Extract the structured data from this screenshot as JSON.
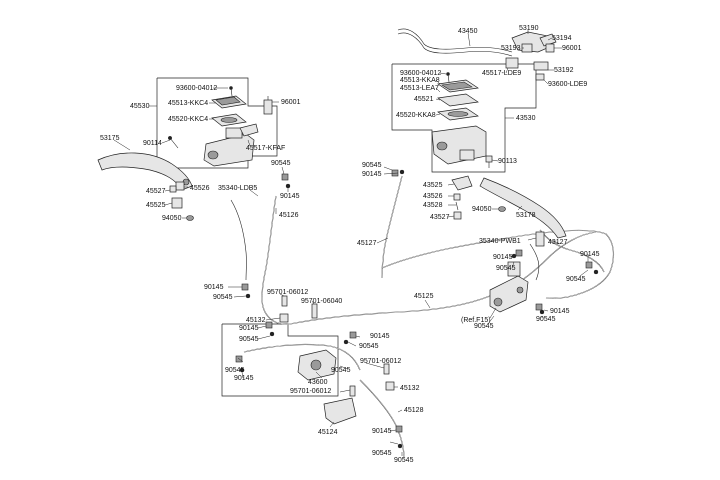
{
  "labels": [
    {
      "id": "lbl-93600-04012-left",
      "text": "93600-04012"
    },
    {
      "id": "lbl-45513-kkc4",
      "text": "45513-KKC4"
    },
    {
      "id": "lbl-45530",
      "text": "45530"
    },
    {
      "id": "lbl-45520-kkc4",
      "text": "45520-KKC4"
    },
    {
      "id": "lbl-96001-left",
      "text": "96001"
    },
    {
      "id": "lbl-45517-kfaf",
      "text": "45517-KFAF"
    },
    {
      "id": "lbl-53175",
      "text": "53175"
    },
    {
      "id": "lbl-90114",
      "text": "90114"
    },
    {
      "id": "lbl-45527",
      "text": "45527"
    },
    {
      "id": "lbl-45526",
      "text": "45526"
    },
    {
      "id": "lbl-45525",
      "text": "45525"
    },
    {
      "id": "lbl-94050-left",
      "text": "94050"
    },
    {
      "id": "lbl-90545-a",
      "text": "90545"
    },
    {
      "id": "lbl-35340-ldb5",
      "text": "35340-LDB5"
    },
    {
      "id": "lbl-90145-a",
      "text": "90145"
    },
    {
      "id": "lbl-45126",
      "text": "45126"
    },
    {
      "id": "lbl-90145-b",
      "text": "90145"
    },
    {
      "id": "lbl-90545-b",
      "text": "90545"
    },
    {
      "id": "lbl-95701-06012-a",
      "text": "95701-06012"
    },
    {
      "id": "lbl-95701-06040",
      "text": "95701-06040"
    },
    {
      "id": "lbl-45132-a",
      "text": "45132"
    },
    {
      "id": "lbl-90145-c",
      "text": "90145"
    },
    {
      "id": "lbl-90545-c",
      "text": "90545"
    },
    {
      "id": "lbl-90545-d",
      "text": "90545"
    },
    {
      "id": "lbl-90145-d",
      "text": "90145"
    },
    {
      "id": "lbl-43600",
      "text": "43600"
    },
    {
      "id": "lbl-95701-06012-b",
      "text": "95701-06012"
    },
    {
      "id": "lbl-45124",
      "text": "45124"
    },
    {
      "id": "lbl-90145-e",
      "text": "90145"
    },
    {
      "id": "lbl-90545-e",
      "text": "90545"
    },
    {
      "id": "lbl-90545-f",
      "text": "90545"
    },
    {
      "id": "lbl-95701-06012-c",
      "text": "95701-06012"
    },
    {
      "id": "lbl-45132-b",
      "text": "45132"
    },
    {
      "id": "lbl-45128",
      "text": "45128"
    },
    {
      "id": "lbl-90145-f",
      "text": "90145"
    },
    {
      "id": "lbl-90545-g",
      "text": "90545"
    },
    {
      "id": "lbl-90545-h",
      "text": "90545"
    },
    {
      "id": "lbl-45125",
      "text": "45125"
    },
    {
      "id": "lbl-ref-f15",
      "text": "(Ref.F15)"
    },
    {
      "id": "lbl-90545-i",
      "text": "90545"
    },
    {
      "id": "lbl-90145-g",
      "text": "90145"
    },
    {
      "id": "lbl-90545-j",
      "text": "90545"
    },
    {
      "id": "lbl-90145-h",
      "text": "90145"
    },
    {
      "id": "lbl-90545-k",
      "text": "90545"
    },
    {
      "id": "lbl-90145-i",
      "text": "90145"
    },
    {
      "id": "lbl-90545-l",
      "text": "90545"
    },
    {
      "id": "lbl-35340-pwb1",
      "text": "35340-PWB1"
    },
    {
      "id": "lbl-43127",
      "text": "43127"
    },
    {
      "id": "lbl-45127",
      "text": "45127"
    },
    {
      "id": "lbl-90545-m",
      "text": "90545"
    },
    {
      "id": "lbl-90145-j",
      "text": "90145"
    },
    {
      "id": "lbl-43525",
      "text": "43525"
    },
    {
      "id": "lbl-43526",
      "text": "43526"
    },
    {
      "id": "lbl-43528",
      "text": "43528"
    },
    {
      "id": "lbl-43527",
      "text": "43527"
    },
    {
      "id": "lbl-94050-right",
      "text": "94050"
    },
    {
      "id": "lbl-53178",
      "text": "53178"
    },
    {
      "id": "lbl-90113",
      "text": "90113"
    },
    {
      "id": "lbl-43450",
      "text": "43450"
    },
    {
      "id": "lbl-53190",
      "text": "53190"
    },
    {
      "id": "lbl-53194",
      "text": "53194"
    },
    {
      "id": "lbl-53193",
      "text": "53193"
    },
    {
      "id": "lbl-96001-right",
      "text": "96001"
    },
    {
      "id": "lbl-53192",
      "text": "53192"
    },
    {
      "id": "lbl-45517-lde9",
      "text": "45517-LDE9"
    },
    {
      "id": "lbl-93600-lde9",
      "text": "93600-LDE9"
    },
    {
      "id": "lbl-93600-04012-right",
      "text": "93600-04012"
    },
    {
      "id": "lbl-45513-kka8",
      "text": "45513-KKA8"
    },
    {
      "id": "lbl-45513-lea7",
      "text": "45513-LEA7"
    },
    {
      "id": "lbl-45521",
      "text": "45521"
    },
    {
      "id": "lbl-45520-kka8",
      "text": "45520-KKA8"
    },
    {
      "id": "lbl-43530",
      "text": "43530"
    }
  ]
}
